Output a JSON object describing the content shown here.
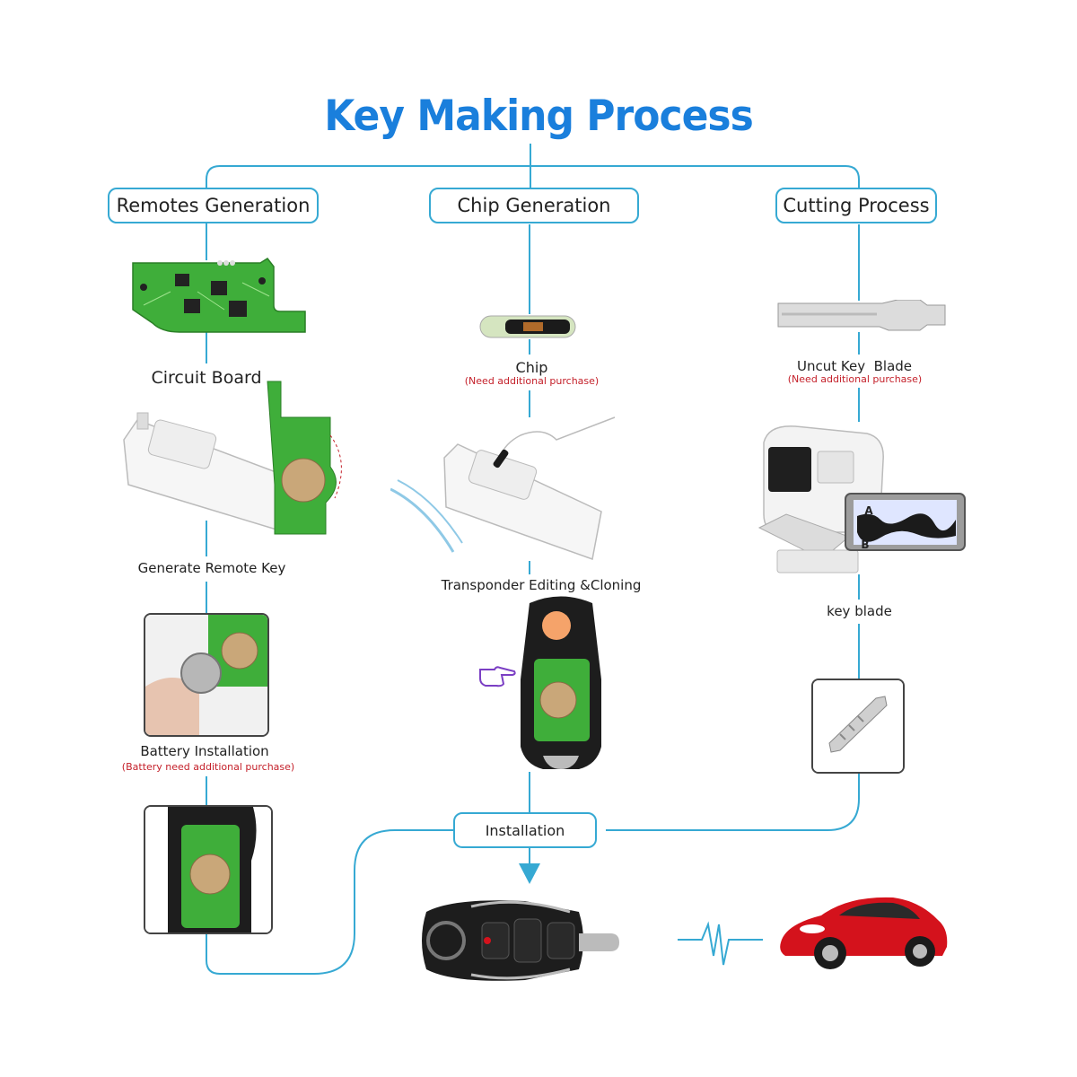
{
  "title": "Key Making Process",
  "columns": {
    "remotes": {
      "header": "Remotes Generation",
      "circuit_board": "Circuit Board",
      "generate_remote_key": "Generate Remote Key",
      "battery_installation": "Battery Installation",
      "battery_note": "(Battery need additional purchase)"
    },
    "chip": {
      "header": "Chip Generation",
      "chip_label": "Chip",
      "chip_note": "(Need additional purchase)",
      "transponder": "Transponder Editing &Cloning"
    },
    "cutting": {
      "header": "Cutting Process",
      "uncut_blade": "Uncut Key  Blade",
      "blade_note": "(Need additional purchase)",
      "key_blade": "key blade",
      "chart_a": "A",
      "chart_b": "B"
    }
  },
  "installation": "Installation",
  "colors": {
    "title": "#1a7fdc",
    "connector": "#36a9d3",
    "note": "#c4202a",
    "pcb_green": "#3fae3a",
    "car_red": "#d4121c"
  },
  "icons": [
    "circuit-board-image",
    "chip-image",
    "uncut-blade-image",
    "programmer-device-image",
    "key-cutting-machine-image",
    "battery-photo",
    "flip-key-photo",
    "finished-flip-key-image",
    "red-car-image",
    "pointing-hand-icon",
    "signal-wave-icon",
    "down-arrow-icon"
  ]
}
